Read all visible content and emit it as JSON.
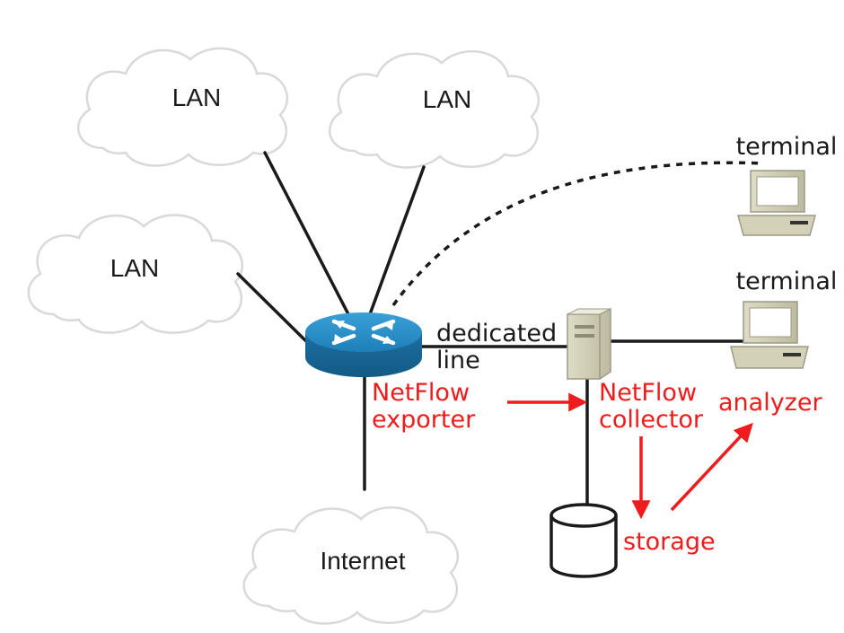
{
  "clouds": {
    "lan_top_left": "LAN",
    "lan_top_right": "LAN",
    "lan_left": "LAN",
    "internet": "Internet"
  },
  "link_label": {
    "line1": "dedicated",
    "line2": "line"
  },
  "exporter": {
    "line1": "NetFlow",
    "line2": "exporter"
  },
  "collector": {
    "line1": "NetFlow",
    "line2": "collector"
  },
  "analyzer": "analyzer",
  "storage": "storage",
  "terminals": {
    "top": "terminal",
    "bottom": "terminal"
  },
  "colors": {
    "flow_accent": "#ee1c1c",
    "router_blue": "#1f7fb8",
    "line": "#1a1a1a",
    "cloud_outline": "#d9d9d9"
  },
  "icons": {
    "router": "router-icon",
    "server": "server-icon",
    "terminal": "terminal-icon",
    "storage": "database-cylinder-icon",
    "cloud": "cloud-icon"
  }
}
